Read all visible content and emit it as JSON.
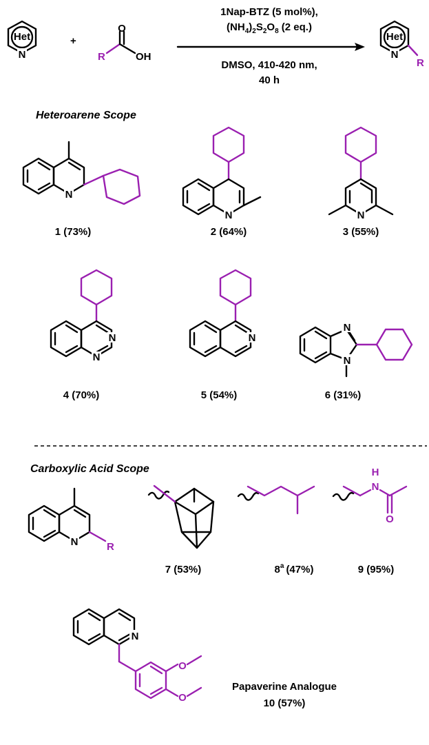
{
  "scheme": {
    "het_label": "Het",
    "reactant_n": "N",
    "plus": "+",
    "acid": {
      "r": "R",
      "o": "O",
      "oh": "OH"
    },
    "conditions": {
      "line1": "1Nap-BTZ (5 mol%),",
      "line2_a": "(NH",
      "line2_sub1": "4",
      "line2_b": ")",
      "line2_sub2": "2",
      "line2_c": "S",
      "line2_sub3": "2",
      "line2_d": "O",
      "line2_sub4": "8",
      "line2_e": " (2 eq.)",
      "line3": "DMSO, 410-420 nm,",
      "line4": "40 h"
    },
    "product_het": "Het",
    "product_n": "N",
    "product_r": "R"
  },
  "heteroarene": {
    "title": "Heteroarene Scope",
    "labels": [
      "1 (73%)",
      "2 (64%)",
      "3 (55%)",
      "4 (70%)",
      "5 (54%)",
      "6 (31%)"
    ],
    "atoms": {
      "n": "N"
    }
  },
  "acid_scope": {
    "title": "Carboxylic Acid Scope",
    "core_r": "R",
    "labels": [
      "7 (53%)",
      "(47%)",
      "9 (95%)"
    ],
    "label8_num": "8",
    "label8_sup": "a",
    "amide_h": "H",
    "amide_n": "N",
    "amide_o": "O"
  },
  "papaverine": {
    "title": "Papaverine Analogue",
    "label": "10 (57%)",
    "n": "N",
    "o": "O"
  },
  "colors": {
    "highlight": "#9a1fb0",
    "ink": "#000000"
  },
  "icons": [
    "reaction-arrow-icon",
    "dashed-divider"
  ]
}
